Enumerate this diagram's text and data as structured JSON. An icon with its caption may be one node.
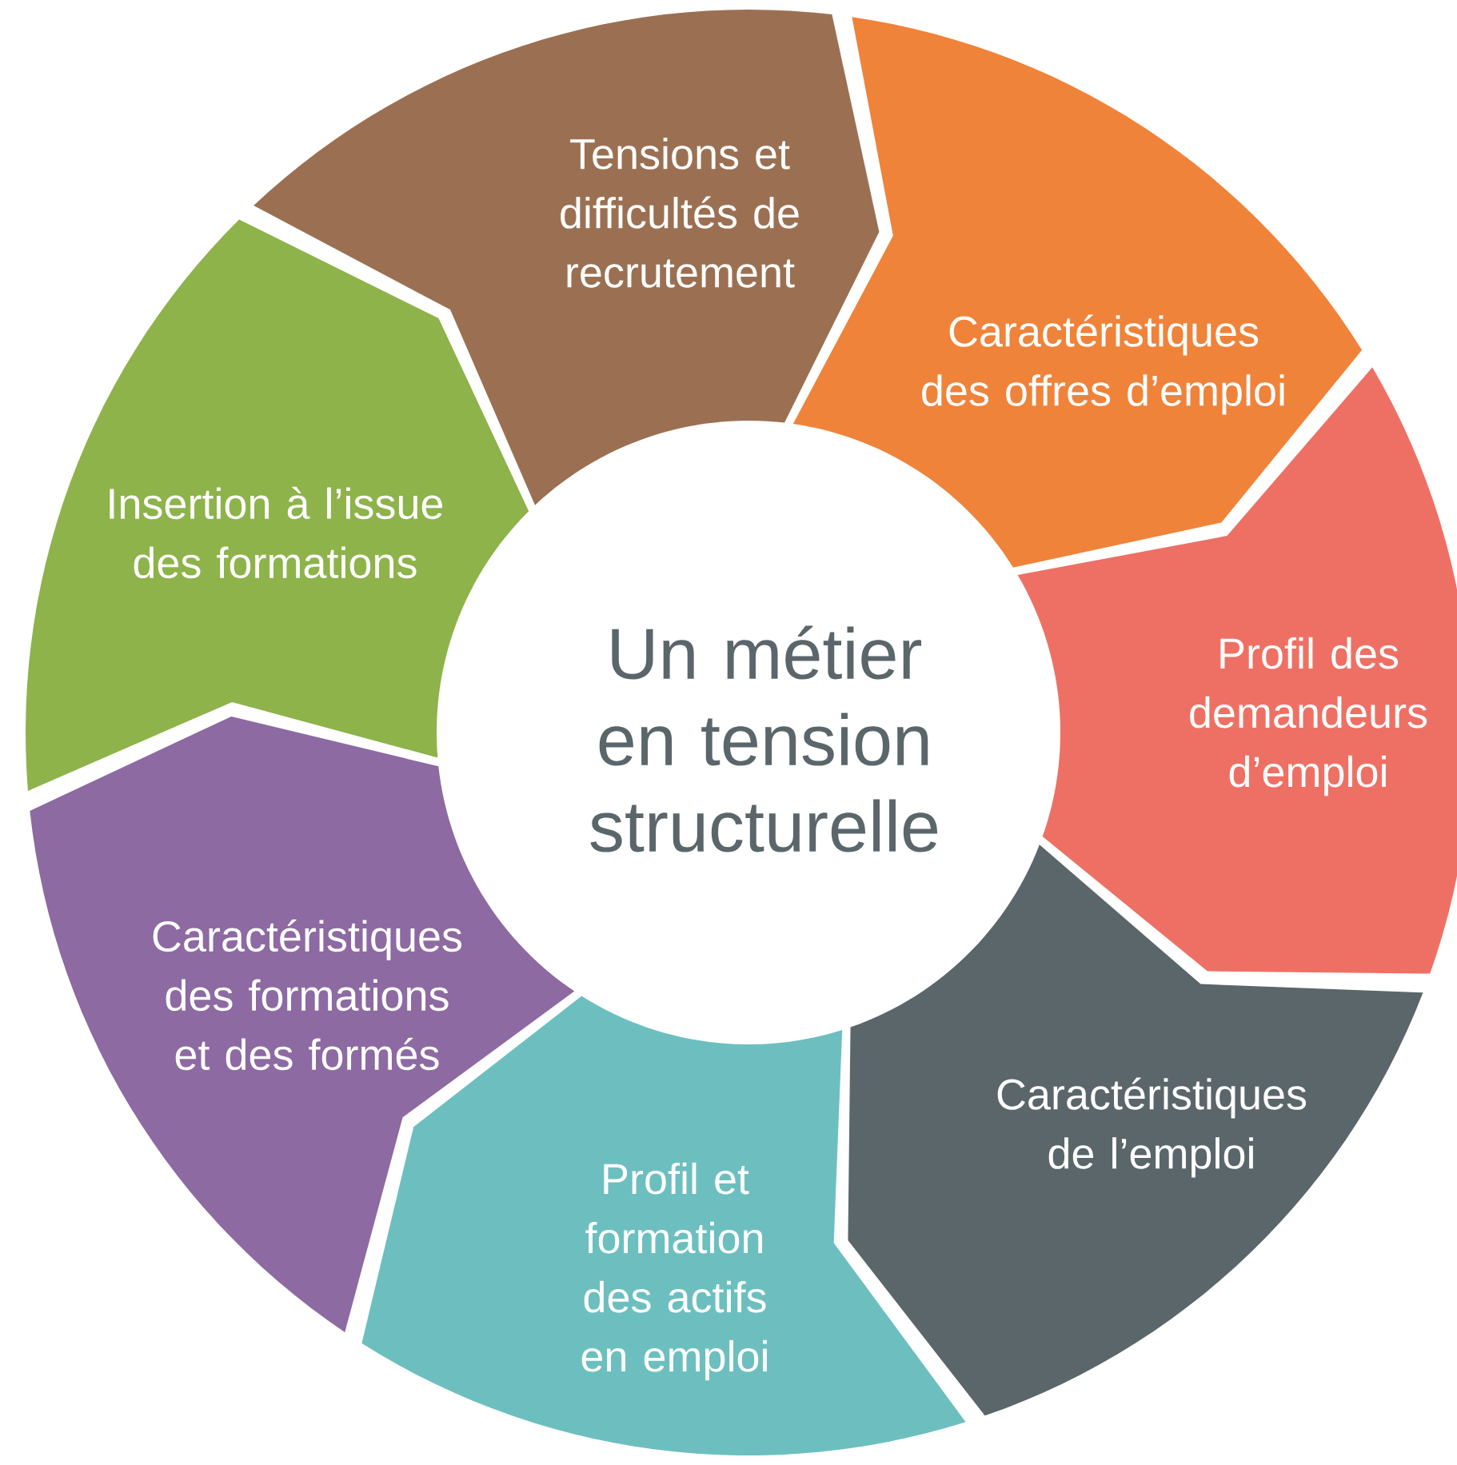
{
  "diagram": {
    "nodes": [
      {
        "text": [
          "Tensions et difficultés de recrutement"
        ]
      },
      {
        "text": [
          "Caractéristiques des offres d’emploi"
        ]
      },
      {
        "text": [
          "Profil des demandeurs d’emploi"
        ]
      },
      {
        "text": [
          "Caractéristiques de l’emploi"
        ]
      },
      {
        "text": [
          "Profil et formation des actifs en emploi"
        ]
      },
      {
        "text": [
          "Caractéristiques des formations et des formés"
        ]
      },
      {
        "text": [
          "Insertion à l’issue des formations"
        ]
      },
      {
        "text": [
          "Un métier en tension structurelle"
        ]
      }
    ]
  }
}
